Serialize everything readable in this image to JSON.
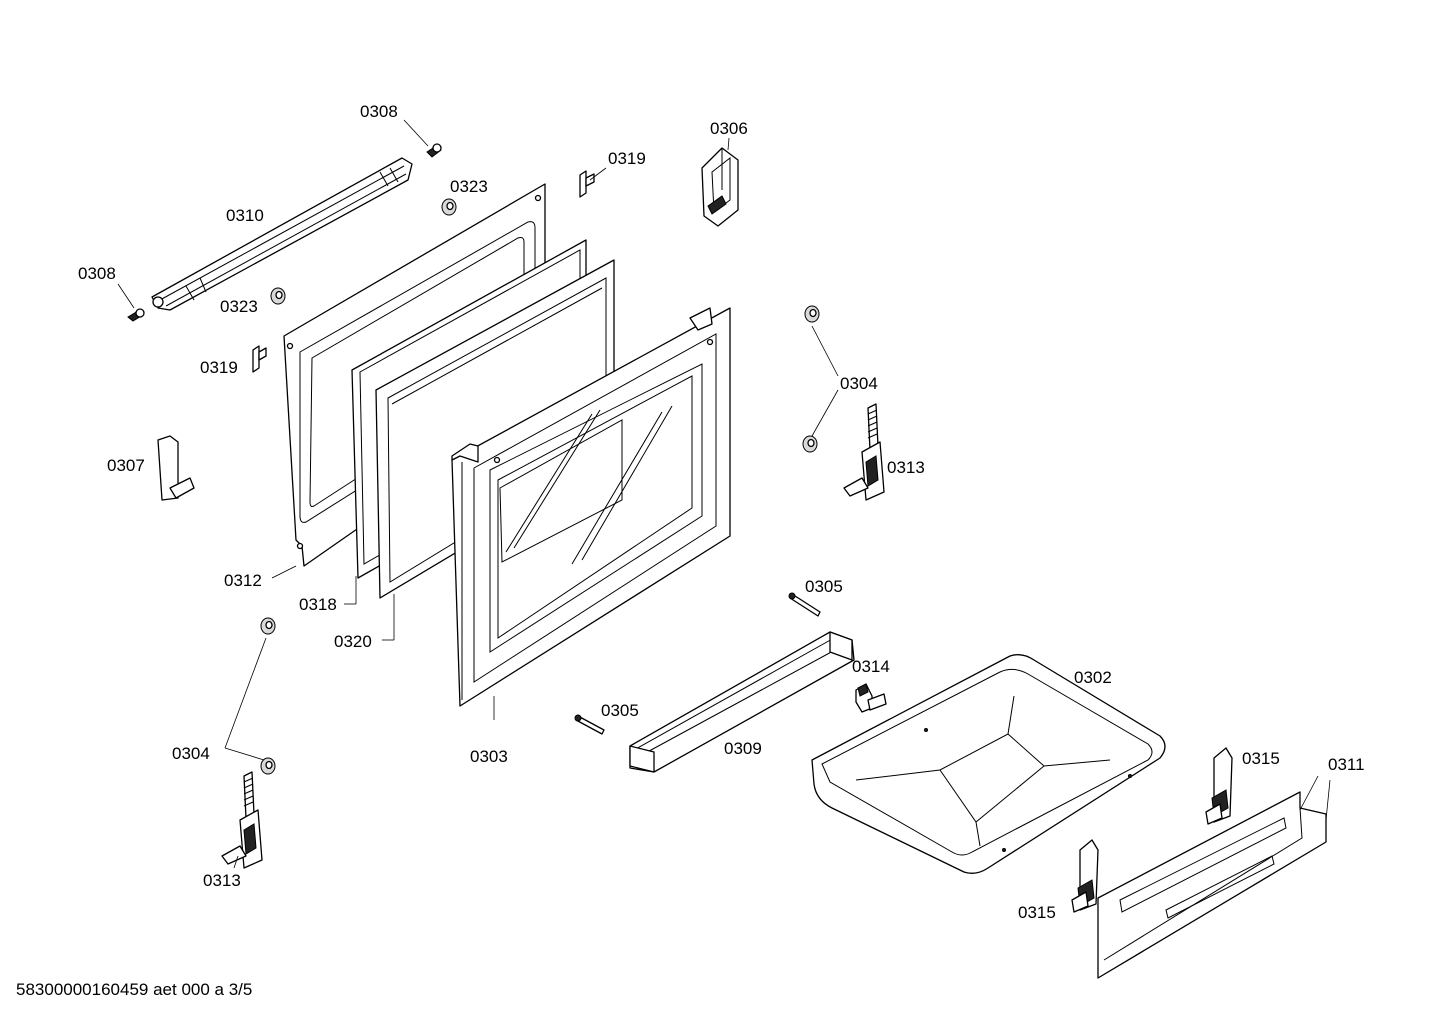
{
  "labels": {
    "p0308_top": "0308",
    "p0306": "0306",
    "p0319_top": "0319",
    "p0323_top": "0323",
    "p0310": "0310",
    "p0308_left": "0308",
    "p0323_left": "0323",
    "p0319_left": "0319",
    "p0307": "0307",
    "p0304_right": "0304",
    "p0313_right": "0313",
    "p0312": "0312",
    "p0318": "0318",
    "p0320": "0320",
    "p0305_right": "0305",
    "p0314": "0314",
    "p0302": "0302",
    "p0305_left": "0305",
    "p0309": "0309",
    "p0303": "0303",
    "p0304_left": "0304",
    "p0313_left": "0313",
    "p0315_right": "0315",
    "p0311": "0311",
    "p0315_left": "0315"
  },
  "footer": "58300000160459 aet 000 a 3/5"
}
